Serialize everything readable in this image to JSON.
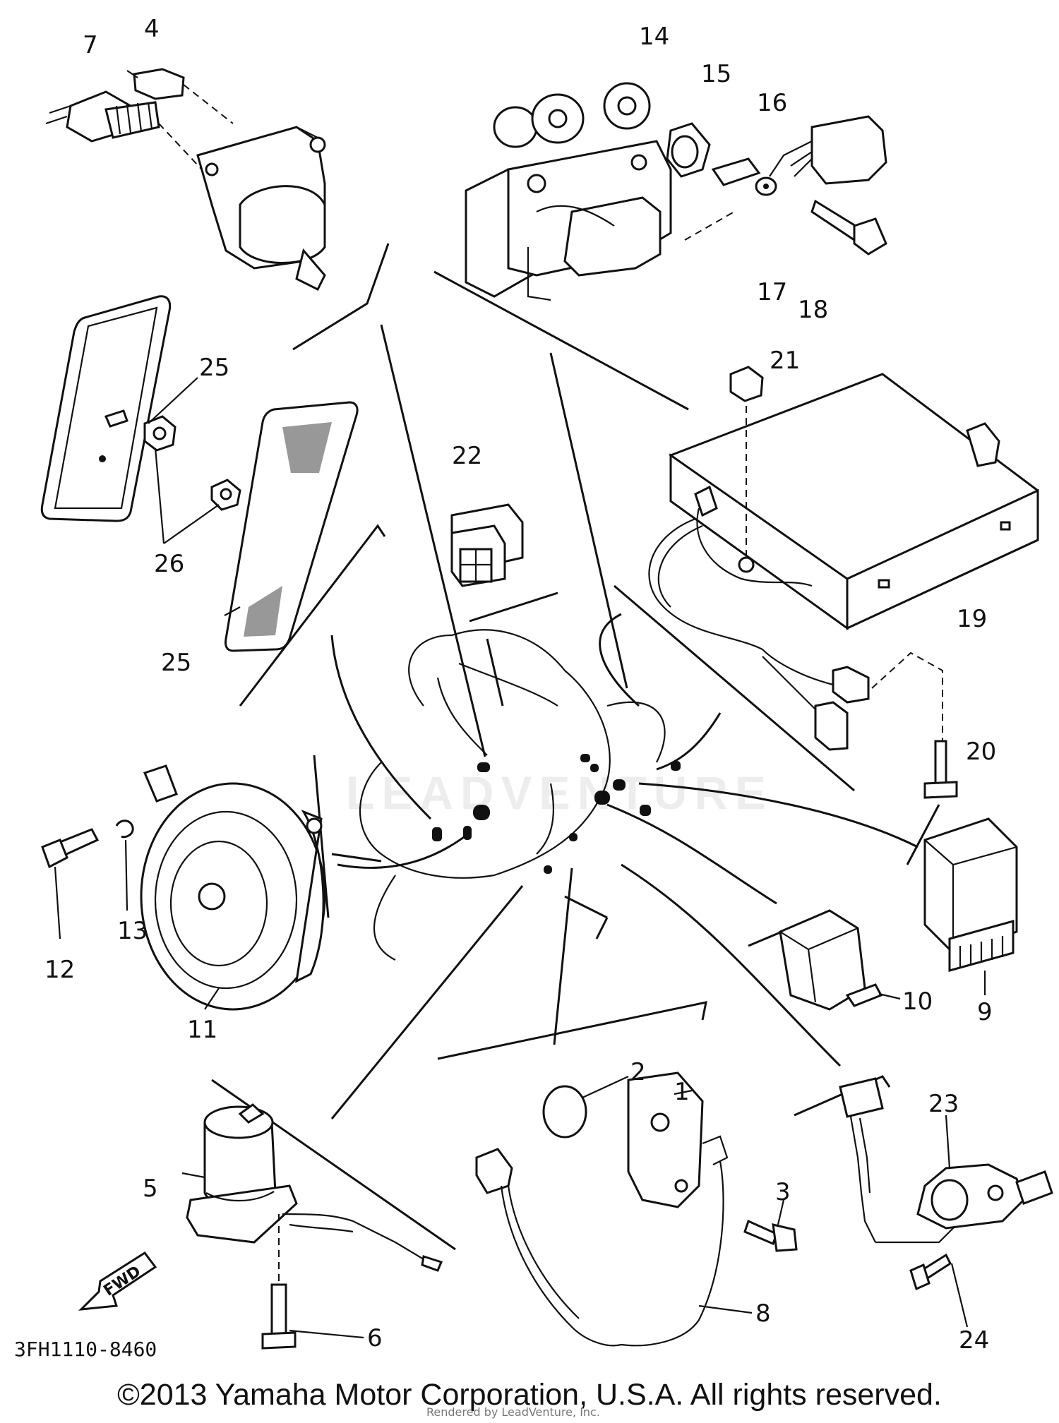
{
  "diagram": {
    "callouts": [
      "1",
      "2",
      "3",
      "4",
      "5",
      "6",
      "7",
      "8",
      "9",
      "10",
      "11",
      "12",
      "13",
      "14",
      "15",
      "16",
      "17",
      "18",
      "19",
      "20",
      "21",
      "22",
      "23",
      "24",
      "25",
      "26"
    ],
    "direction_arrow_label": "FWD",
    "diagram_code": "3FH1110-8460",
    "watermark": "LEADVENTURE"
  },
  "footer": {
    "copyright": "©2013 Yamaha Motor Corporation, U.S.A. All rights reserved.",
    "rendered_by": "Rendered by LeadVenture, Inc."
  }
}
